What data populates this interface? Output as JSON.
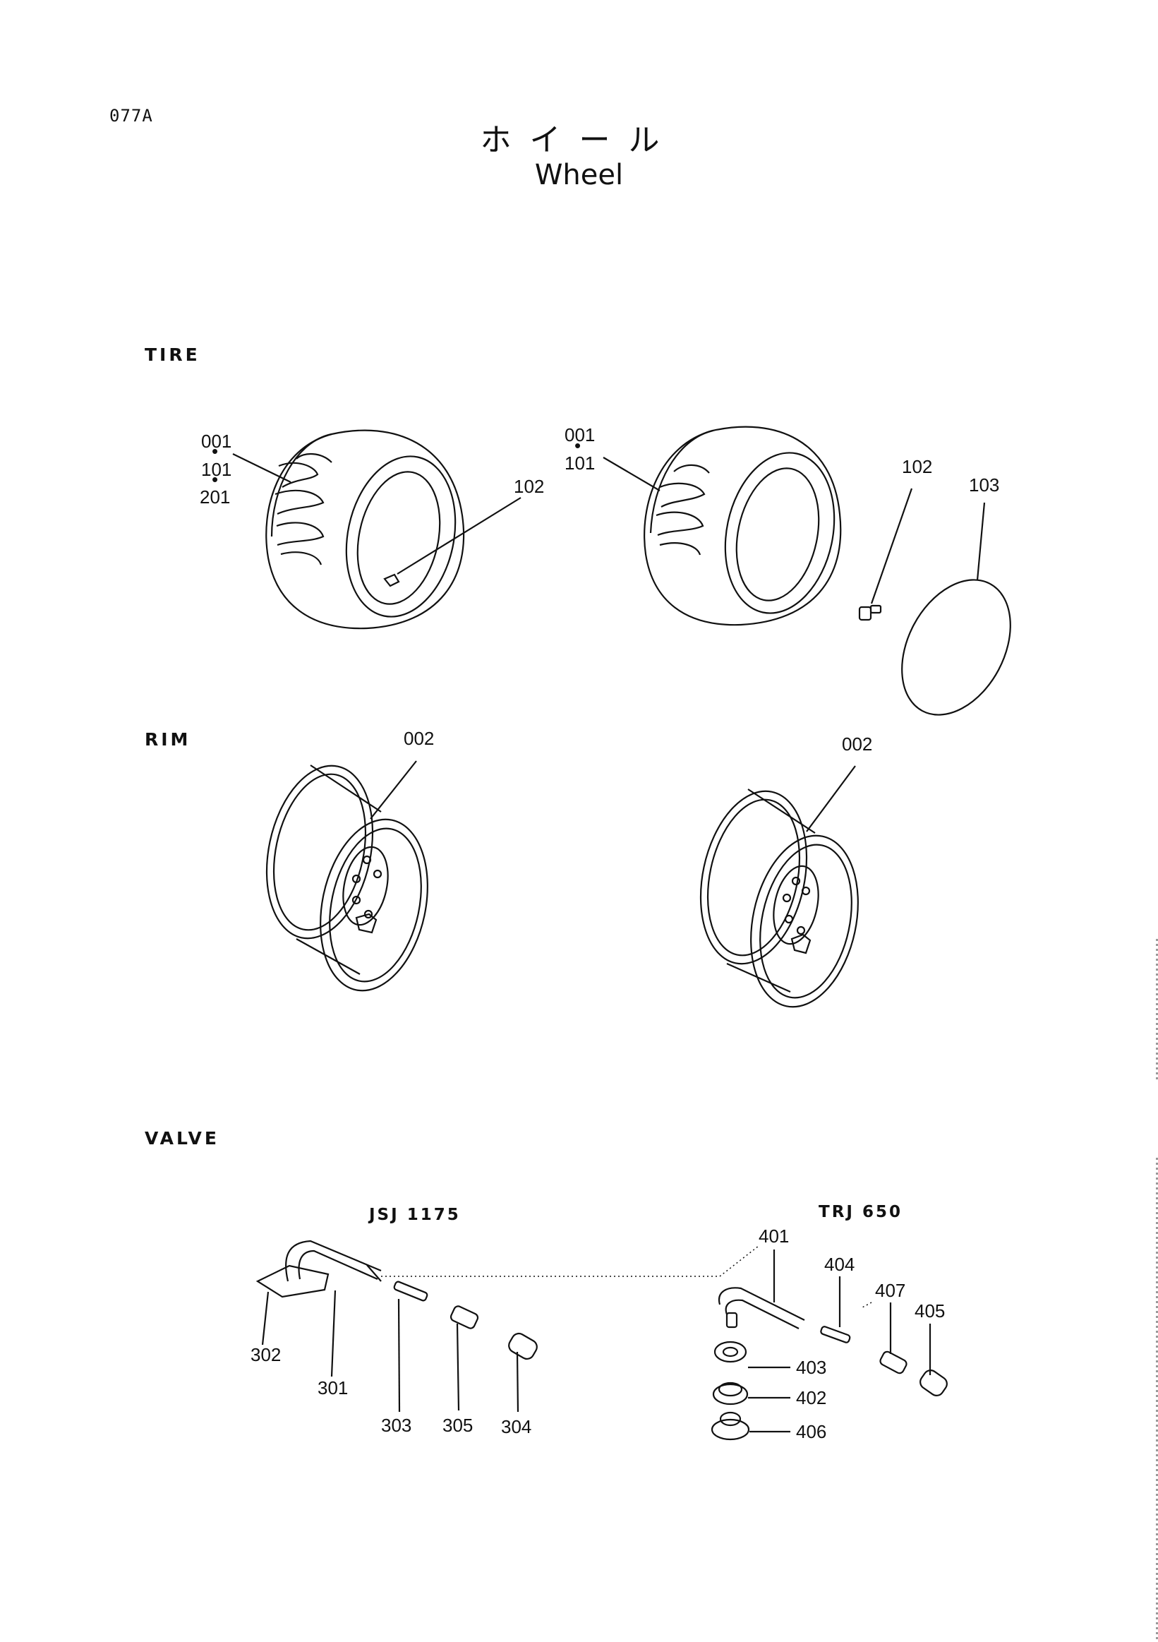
{
  "header": {
    "page_code": "077A",
    "title_jp": "ホイール",
    "title_en": "Wheel"
  },
  "sections": {
    "tire": "TIRE",
    "rim": "RIM",
    "valve": "VALVE"
  },
  "valve_groups": {
    "left": "JSJ 1175",
    "right": "TRJ 650"
  },
  "part_labels": {
    "tire_left_a": "001",
    "tire_left_b": "101",
    "tire_left_c": "201",
    "tire_left_valve": "102",
    "tire_right_a": "001",
    "tire_right_b": "101",
    "tire_right_valve": "102",
    "tire_right_oring": "103",
    "rim_left": "002",
    "rim_right": "002",
    "v302": "302",
    "v301": "301",
    "v303": "303",
    "v305": "305",
    "v304": "304",
    "v401": "401",
    "v404": "404",
    "v407": "407",
    "v405": "405",
    "v403": "403",
    "v402": "402",
    "v406": "406"
  }
}
